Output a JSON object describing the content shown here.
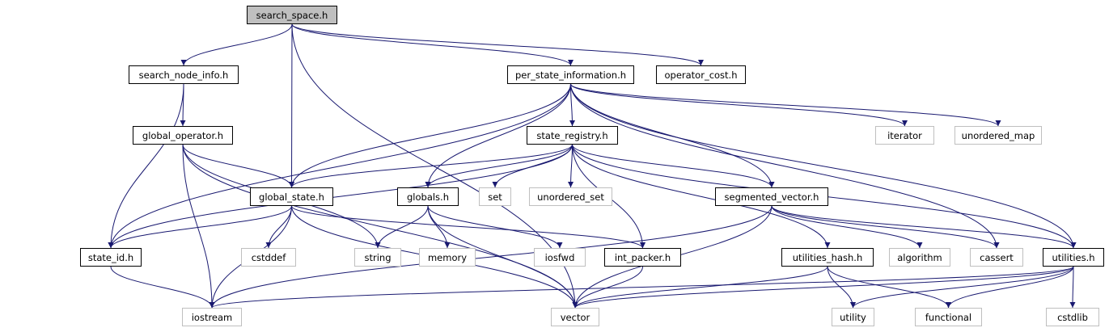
{
  "graph": {
    "edge_color": "#191970",
    "nodes": {
      "search_space": {
        "label": "search_space.h",
        "kind": "root"
      },
      "search_node_info": {
        "label": "search_node_info.h",
        "kind": "local"
      },
      "per_state_information": {
        "label": "per_state_information.h",
        "kind": "local"
      },
      "operator_cost": {
        "label": "operator_cost.h",
        "kind": "local"
      },
      "global_operator": {
        "label": "global_operator.h",
        "kind": "local"
      },
      "state_registry": {
        "label": "state_registry.h",
        "kind": "local"
      },
      "iterator": {
        "label": "iterator",
        "kind": "system"
      },
      "unordered_map": {
        "label": "unordered_map",
        "kind": "system"
      },
      "global_state": {
        "label": "global_state.h",
        "kind": "local"
      },
      "globals": {
        "label": "globals.h",
        "kind": "local"
      },
      "set": {
        "label": "set",
        "kind": "system"
      },
      "unordered_set": {
        "label": "unordered_set",
        "kind": "system"
      },
      "segmented_vector": {
        "label": "segmented_vector.h",
        "kind": "local"
      },
      "state_id": {
        "label": "state_id.h",
        "kind": "local"
      },
      "cstddef": {
        "label": "cstddef",
        "kind": "system"
      },
      "string": {
        "label": "string",
        "kind": "system"
      },
      "memory": {
        "label": "memory",
        "kind": "system"
      },
      "iosfwd": {
        "label": "iosfwd",
        "kind": "system"
      },
      "int_packer": {
        "label": "int_packer.h",
        "kind": "local"
      },
      "utilities_hash": {
        "label": "utilities_hash.h",
        "kind": "local"
      },
      "algorithm": {
        "label": "algorithm",
        "kind": "system"
      },
      "cassert": {
        "label": "cassert",
        "kind": "system"
      },
      "utilities": {
        "label": "utilities.h",
        "kind": "local"
      },
      "iostream": {
        "label": "iostream",
        "kind": "system"
      },
      "vector": {
        "label": "vector",
        "kind": "system"
      },
      "utility": {
        "label": "utility",
        "kind": "system"
      },
      "functional": {
        "label": "functional",
        "kind": "system"
      },
      "cstdlib": {
        "label": "cstdlib",
        "kind": "system"
      }
    },
    "edges": [
      [
        "search_space",
        "search_node_info"
      ],
      [
        "search_space",
        "global_state"
      ],
      [
        "search_space",
        "per_state_information"
      ],
      [
        "search_space",
        "operator_cost"
      ],
      [
        "search_space",
        "vector"
      ],
      [
        "search_node_info",
        "global_operator"
      ],
      [
        "search_node_info",
        "state_id"
      ],
      [
        "per_state_information",
        "state_registry"
      ],
      [
        "per_state_information",
        "iterator"
      ],
      [
        "per_state_information",
        "unordered_map"
      ],
      [
        "per_state_information",
        "global_state"
      ],
      [
        "per_state_information",
        "globals"
      ],
      [
        "per_state_information",
        "segmented_vector"
      ],
      [
        "per_state_information",
        "state_id"
      ],
      [
        "per_state_information",
        "cassert"
      ],
      [
        "per_state_information",
        "utilities"
      ],
      [
        "global_operator",
        "global_state"
      ],
      [
        "global_operator",
        "string"
      ],
      [
        "global_operator",
        "iostream"
      ],
      [
        "global_operator",
        "vector"
      ],
      [
        "state_registry",
        "global_state"
      ],
      [
        "state_registry",
        "globals"
      ],
      [
        "state_registry",
        "set"
      ],
      [
        "state_registry",
        "unordered_set"
      ],
      [
        "state_registry",
        "segmented_vector"
      ],
      [
        "state_registry",
        "state_id"
      ],
      [
        "state_registry",
        "int_packer"
      ],
      [
        "state_registry",
        "utilities_hash"
      ],
      [
        "state_registry",
        "utilities"
      ],
      [
        "global_state",
        "state_id"
      ],
      [
        "global_state",
        "cstddef"
      ],
      [
        "global_state",
        "int_packer"
      ],
      [
        "global_state",
        "iostream"
      ],
      [
        "global_state",
        "vector"
      ],
      [
        "globals",
        "string"
      ],
      [
        "globals",
        "memory"
      ],
      [
        "globals",
        "iosfwd"
      ],
      [
        "globals",
        "vector"
      ],
      [
        "segmented_vector",
        "algorithm"
      ],
      [
        "segmented_vector",
        "cassert"
      ],
      [
        "segmented_vector",
        "utilities"
      ],
      [
        "segmented_vector",
        "vector"
      ],
      [
        "segmented_vector",
        "iostream"
      ],
      [
        "state_id",
        "iostream"
      ],
      [
        "int_packer",
        "vector"
      ],
      [
        "utilities_hash",
        "utility"
      ],
      [
        "utilities_hash",
        "functional"
      ],
      [
        "utilities_hash",
        "vector"
      ],
      [
        "utilities",
        "cstdlib"
      ],
      [
        "utilities",
        "functional"
      ],
      [
        "utilities",
        "utility"
      ],
      [
        "utilities",
        "vector"
      ],
      [
        "utilities",
        "iostream"
      ]
    ]
  }
}
